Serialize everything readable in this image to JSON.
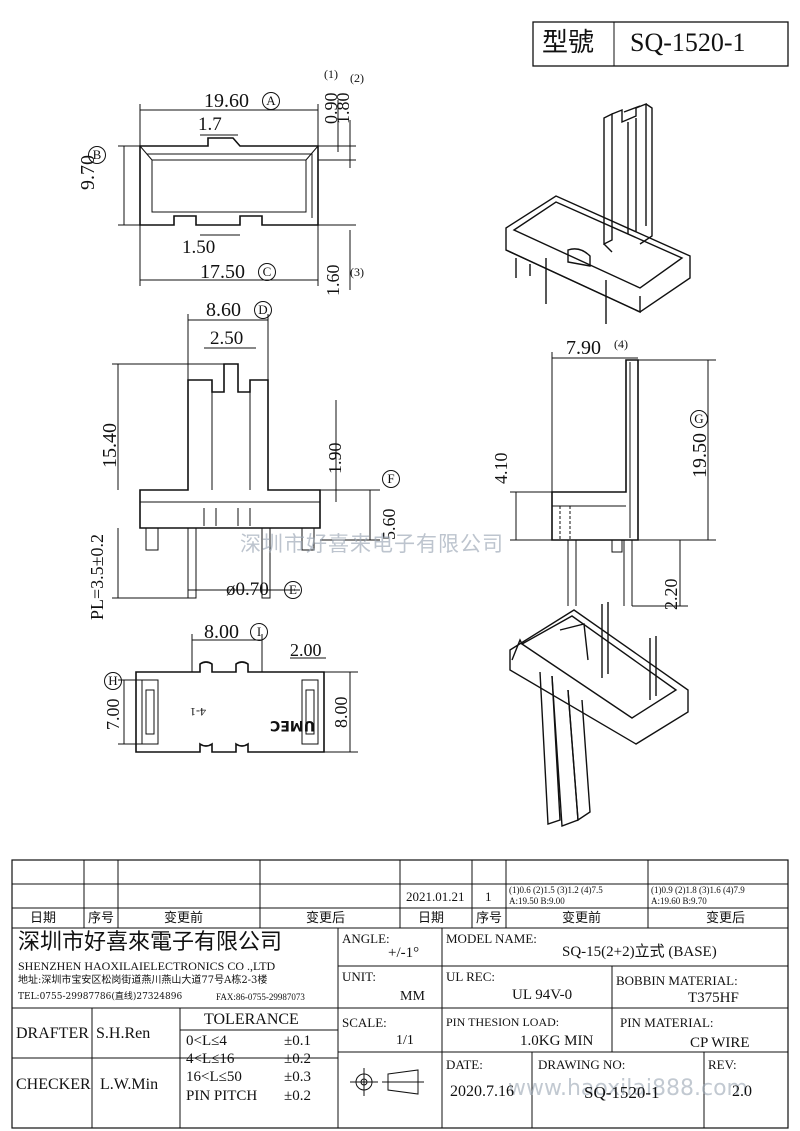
{
  "header": {
    "type_label": "型號",
    "model_code": "SQ-1520-1"
  },
  "dimensions": {
    "top_view": {
      "width": "19.60",
      "width_tag": "A",
      "notch": "1.7",
      "height": "9.70",
      "height_tag": "B",
      "slot": "1.50",
      "inner_width": "17.50",
      "inner_width_tag": "C",
      "wall1": "0.90",
      "wall1_ref": "(1)",
      "wall2": "1.80",
      "wall2_ref": "(2)",
      "wall3": "1.60",
      "wall3_ref": "(3)"
    },
    "front_view": {
      "width": "8.60",
      "width_tag": "D",
      "slot": "2.50",
      "height": "15.40",
      "flange": "1.90",
      "base_height": "5.60",
      "base_tag": "F",
      "pin_pitch": "PL=3.5±0.2",
      "pin_dia": "ø0.70",
      "pin_dia_tag": "E"
    },
    "side_view": {
      "depth": "7.90",
      "depth_ref": "(4)",
      "height": "19.50",
      "height_tag": "G",
      "base_height": "4.10",
      "pin_length": "2.20"
    },
    "bottom_view": {
      "pitch": "8.00",
      "pitch_tag": "I",
      "pad": "2.00",
      "height": "7.00",
      "height_tag": "H",
      "outer": "8.00",
      "logo": "UMEC",
      "mark": "4-1"
    }
  },
  "watermark": "深圳市好喜来电子有限公司",
  "watermark_url": "www.haoxilai888.com",
  "revision_table": {
    "date": "2021.01.21",
    "no": "1",
    "before": [
      "(1)0.6  (2)1.5 (3)1.2 (4)7.5",
      "A:19.50 B:9.00"
    ],
    "after": [
      "(1)0.9  (2)1.8 (3)1.6 (4)7.9",
      "A:19.60 B:9.70"
    ],
    "headers": [
      "日期",
      "序号",
      "变更前",
      "变更后",
      "日期",
      "序号",
      "变更前",
      "变更后"
    ]
  },
  "title_block": {
    "company_cn": "深圳市好喜來電子有限公司",
    "company_en": "SHENZHEN HAOXILAIELECTRONICS CO .,LTD",
    "address": "地址:深圳市宝安区松岗街道燕川燕山大道77号A栋2-3楼",
    "tel": "TEL:0755-29987786(直线)27324896",
    "fax": "FAX:86-0755-29987073",
    "drafter_label": "DRAFTER",
    "drafter": "S.H.Ren",
    "checker_label": "CHECKER",
    "checker": "L.W.Min",
    "tolerance_label": "TOLERANCE",
    "tolerances": [
      {
        "range": "0<L≤4",
        "value": "±0.1"
      },
      {
        "range": "4<L≤16",
        "value": "±0.2"
      },
      {
        "range": "16<L≤50",
        "value": "±0.3"
      },
      {
        "range": "PIN PITCH",
        "value": "±0.2"
      }
    ],
    "angle_label": "ANGLE:",
    "angle": "+/-1°",
    "unit_label": "UNIT:",
    "unit": "MM",
    "scale_label": "SCALE:",
    "scale": "1/1",
    "model_label": "MODEL NAME:",
    "model": "SQ-15(2+2)立式 (BASE)",
    "ul_label": "UL REC:",
    "ul": "UL 94V-0",
    "bobbin_label": "BOBBIN MATERIAL:",
    "bobbin": "T375HF",
    "load_label": "PIN THESION LOAD:",
    "load": "1.0KG MIN",
    "pin_label": "PIN MATERIAL:",
    "pin": "CP  WIRE",
    "date_label": "DATE:",
    "date": "2020.7.16",
    "drawing_label": "DRAWING NO:",
    "drawing": "SQ-1520-1",
    "rev_label": "REV:",
    "rev": "2.0"
  }
}
